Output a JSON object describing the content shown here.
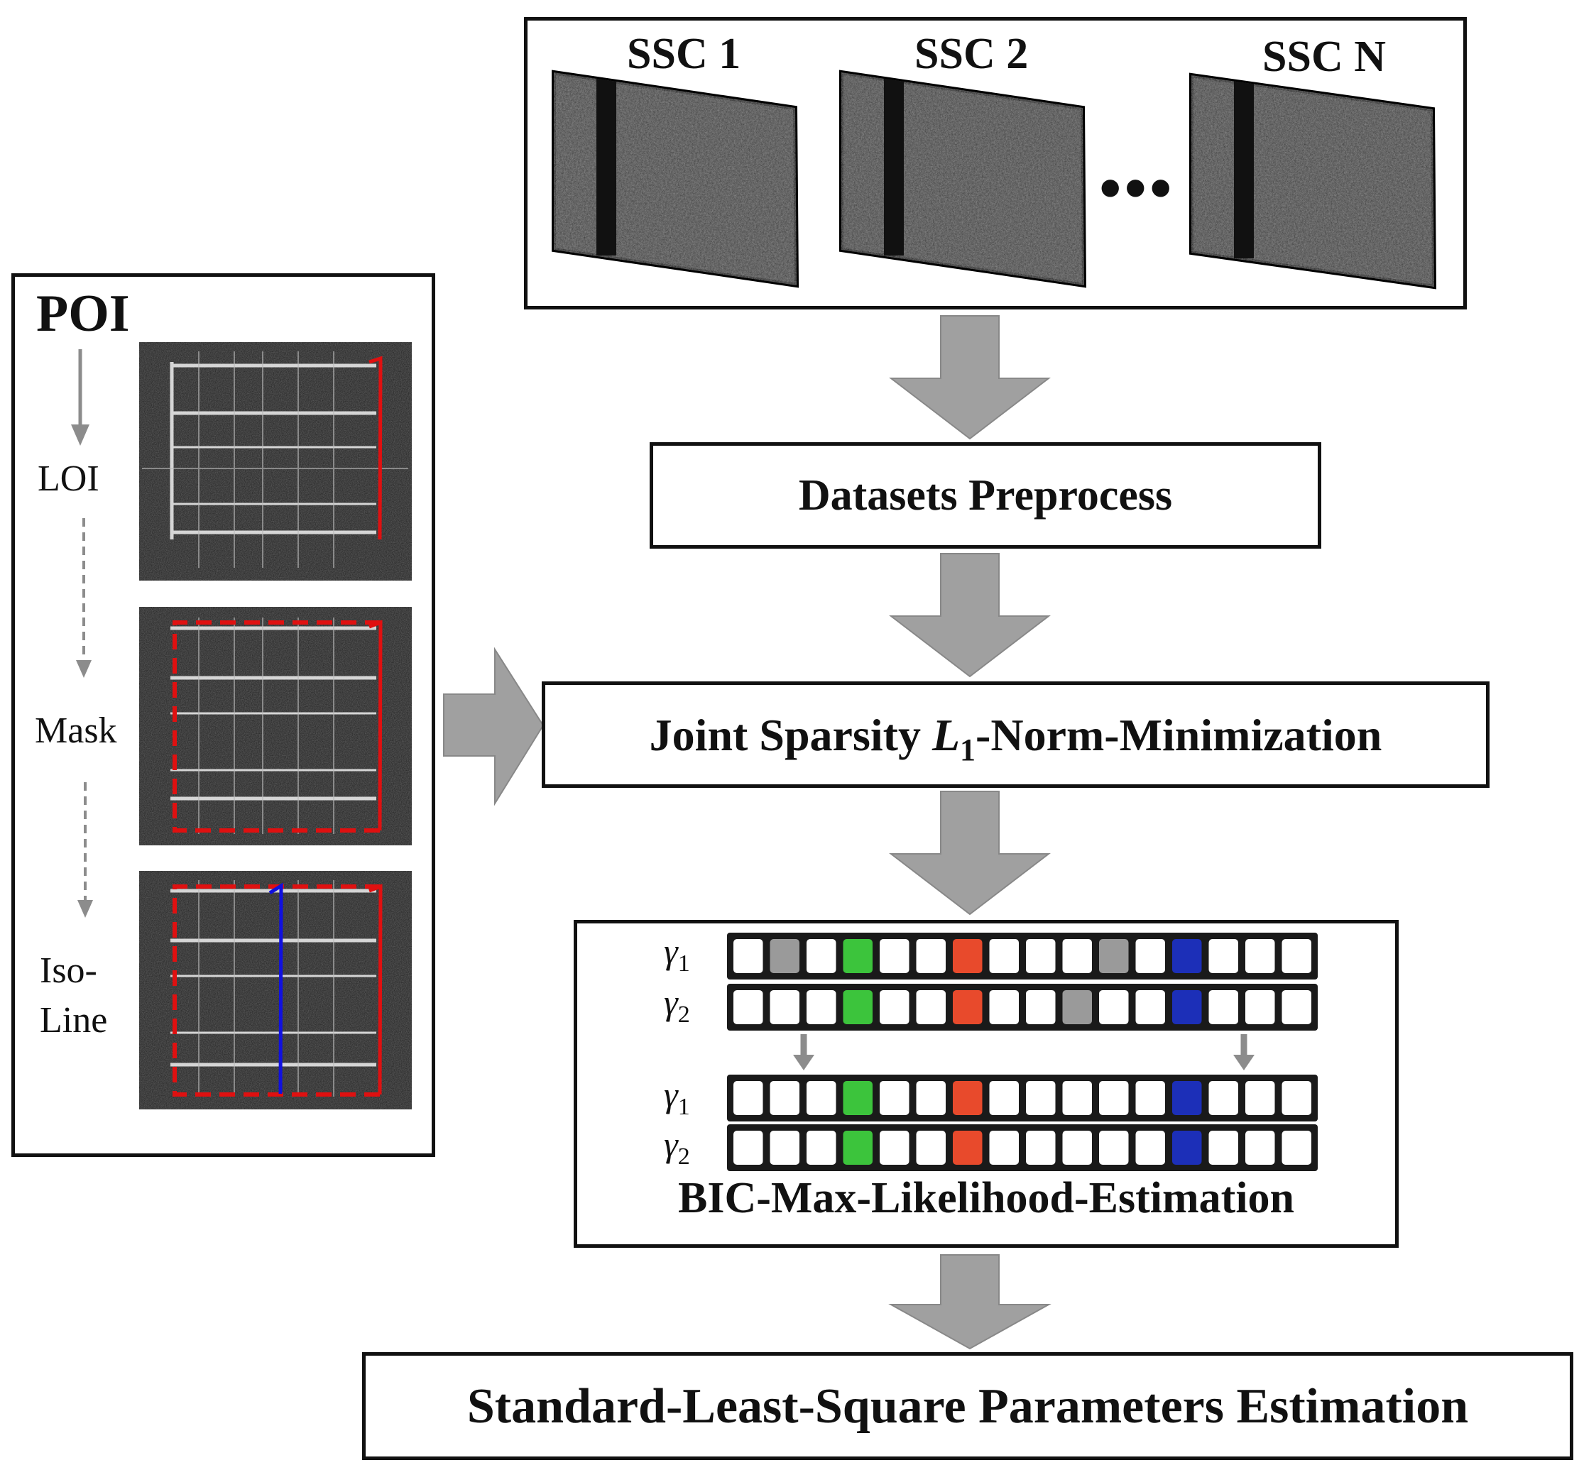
{
  "ssc": {
    "labels": [
      "SSC 1",
      "SSC 2",
      "SSC N"
    ],
    "ellipsis": "•••"
  },
  "poi": {
    "title": "POI",
    "steps": [
      "LOI",
      "Mask",
      "Iso-\nLine"
    ]
  },
  "pipeline": {
    "preprocess": "Datasets Preprocess",
    "l1_prefix": "Joint Sparsity ",
    "l1_symbol": "L",
    "l1_sub": "1",
    "l1_suffix": "-Norm-Minimization",
    "bic": "BIC-Max-Likelihood-Estimation",
    "lsq": "Standard-Least-Square Parameters Estimation"
  },
  "gamma": {
    "symbol": "γ",
    "subs": [
      "1",
      "2",
      "1",
      "2"
    ]
  },
  "colors": {
    "arrow": "#a0a0a0",
    "green": "#3cc43c",
    "red": "#e84a2c",
    "blue": "#1c2fb8",
    "grey_cell": "#9a9a9a",
    "poi_red": "#e01010",
    "poi_blue": "#1010e0"
  }
}
